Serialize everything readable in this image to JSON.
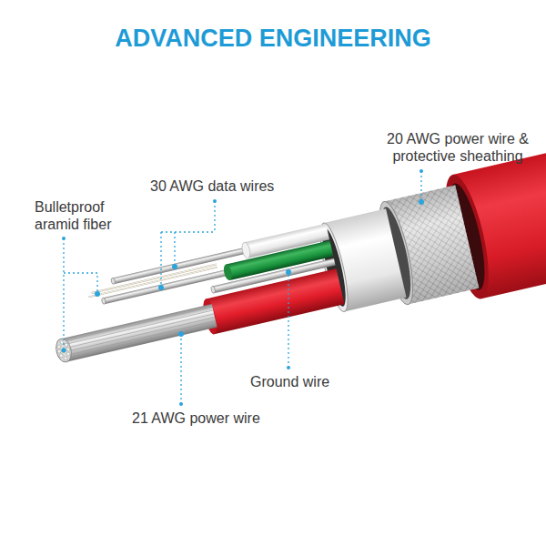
{
  "diagram": {
    "title": "ADVANCED ENGINEERING",
    "labels": [
      "20 AWG power wire & protective sheathing",
      "30 AWG data wires",
      "Bulletproof aramid fiber",
      "Ground wire",
      "21 AWG power wire"
    ]
  }
}
